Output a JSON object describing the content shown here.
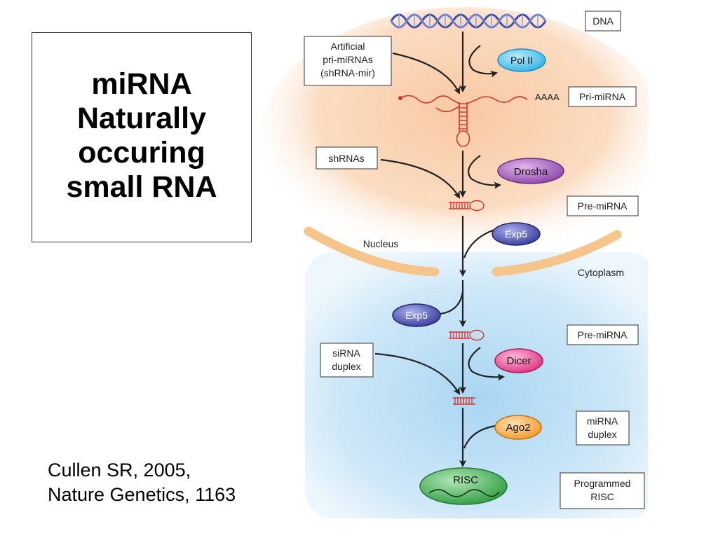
{
  "slide": {
    "title_lines": [
      "miRNA",
      "Naturally",
      "occuring",
      "small RNA"
    ],
    "citation_lines": [
      "Cullen SR, 2005,",
      "Nature Genetics, 1163"
    ]
  },
  "diagram": {
    "stage_labels": {
      "dna": "DNA",
      "pri_mirna": "Pri-miRNA",
      "pre_mirna_nucleus": "Pre-miRNA",
      "pre_mirna_cytoplasm": "Pre-miRNA",
      "mirna_duplex": [
        "miRNA",
        "duplex"
      ],
      "programmed_risc": [
        "Programmed",
        "RISC"
      ]
    },
    "inputs": {
      "artificial": [
        "Artificial",
        "pri-miRNAs",
        "(shRNA-mir)"
      ],
      "shrnas": "shRNAs",
      "sirna_duplex": [
        "siRNA",
        "duplex"
      ]
    },
    "enzymes": {
      "pol2": "Pol II",
      "drosha": "Drosha",
      "exp5_nucleus": "Exp5",
      "exp5_cytoplasm": "Exp5",
      "dicer": "Dicer",
      "ago2": "Ago2",
      "risc": "RISC"
    },
    "compartments": {
      "nucleus": "Nucleus",
      "cytoplasm": "Cytoplasm"
    },
    "polya_tail": "AAAA",
    "colors": {
      "pol2": "#3bbcea",
      "drosha": "#8e4aa8",
      "exp5": "#3a3f9c",
      "dicer": "#e4348f",
      "ago2": "#f4a63c",
      "risc": "#3aa84a",
      "rna": "#d9342b",
      "dna": "#3a4fb0",
      "nucleus_fill": "#fbd9bc",
      "cytoplasm_fill": "#bfe0f5"
    }
  }
}
